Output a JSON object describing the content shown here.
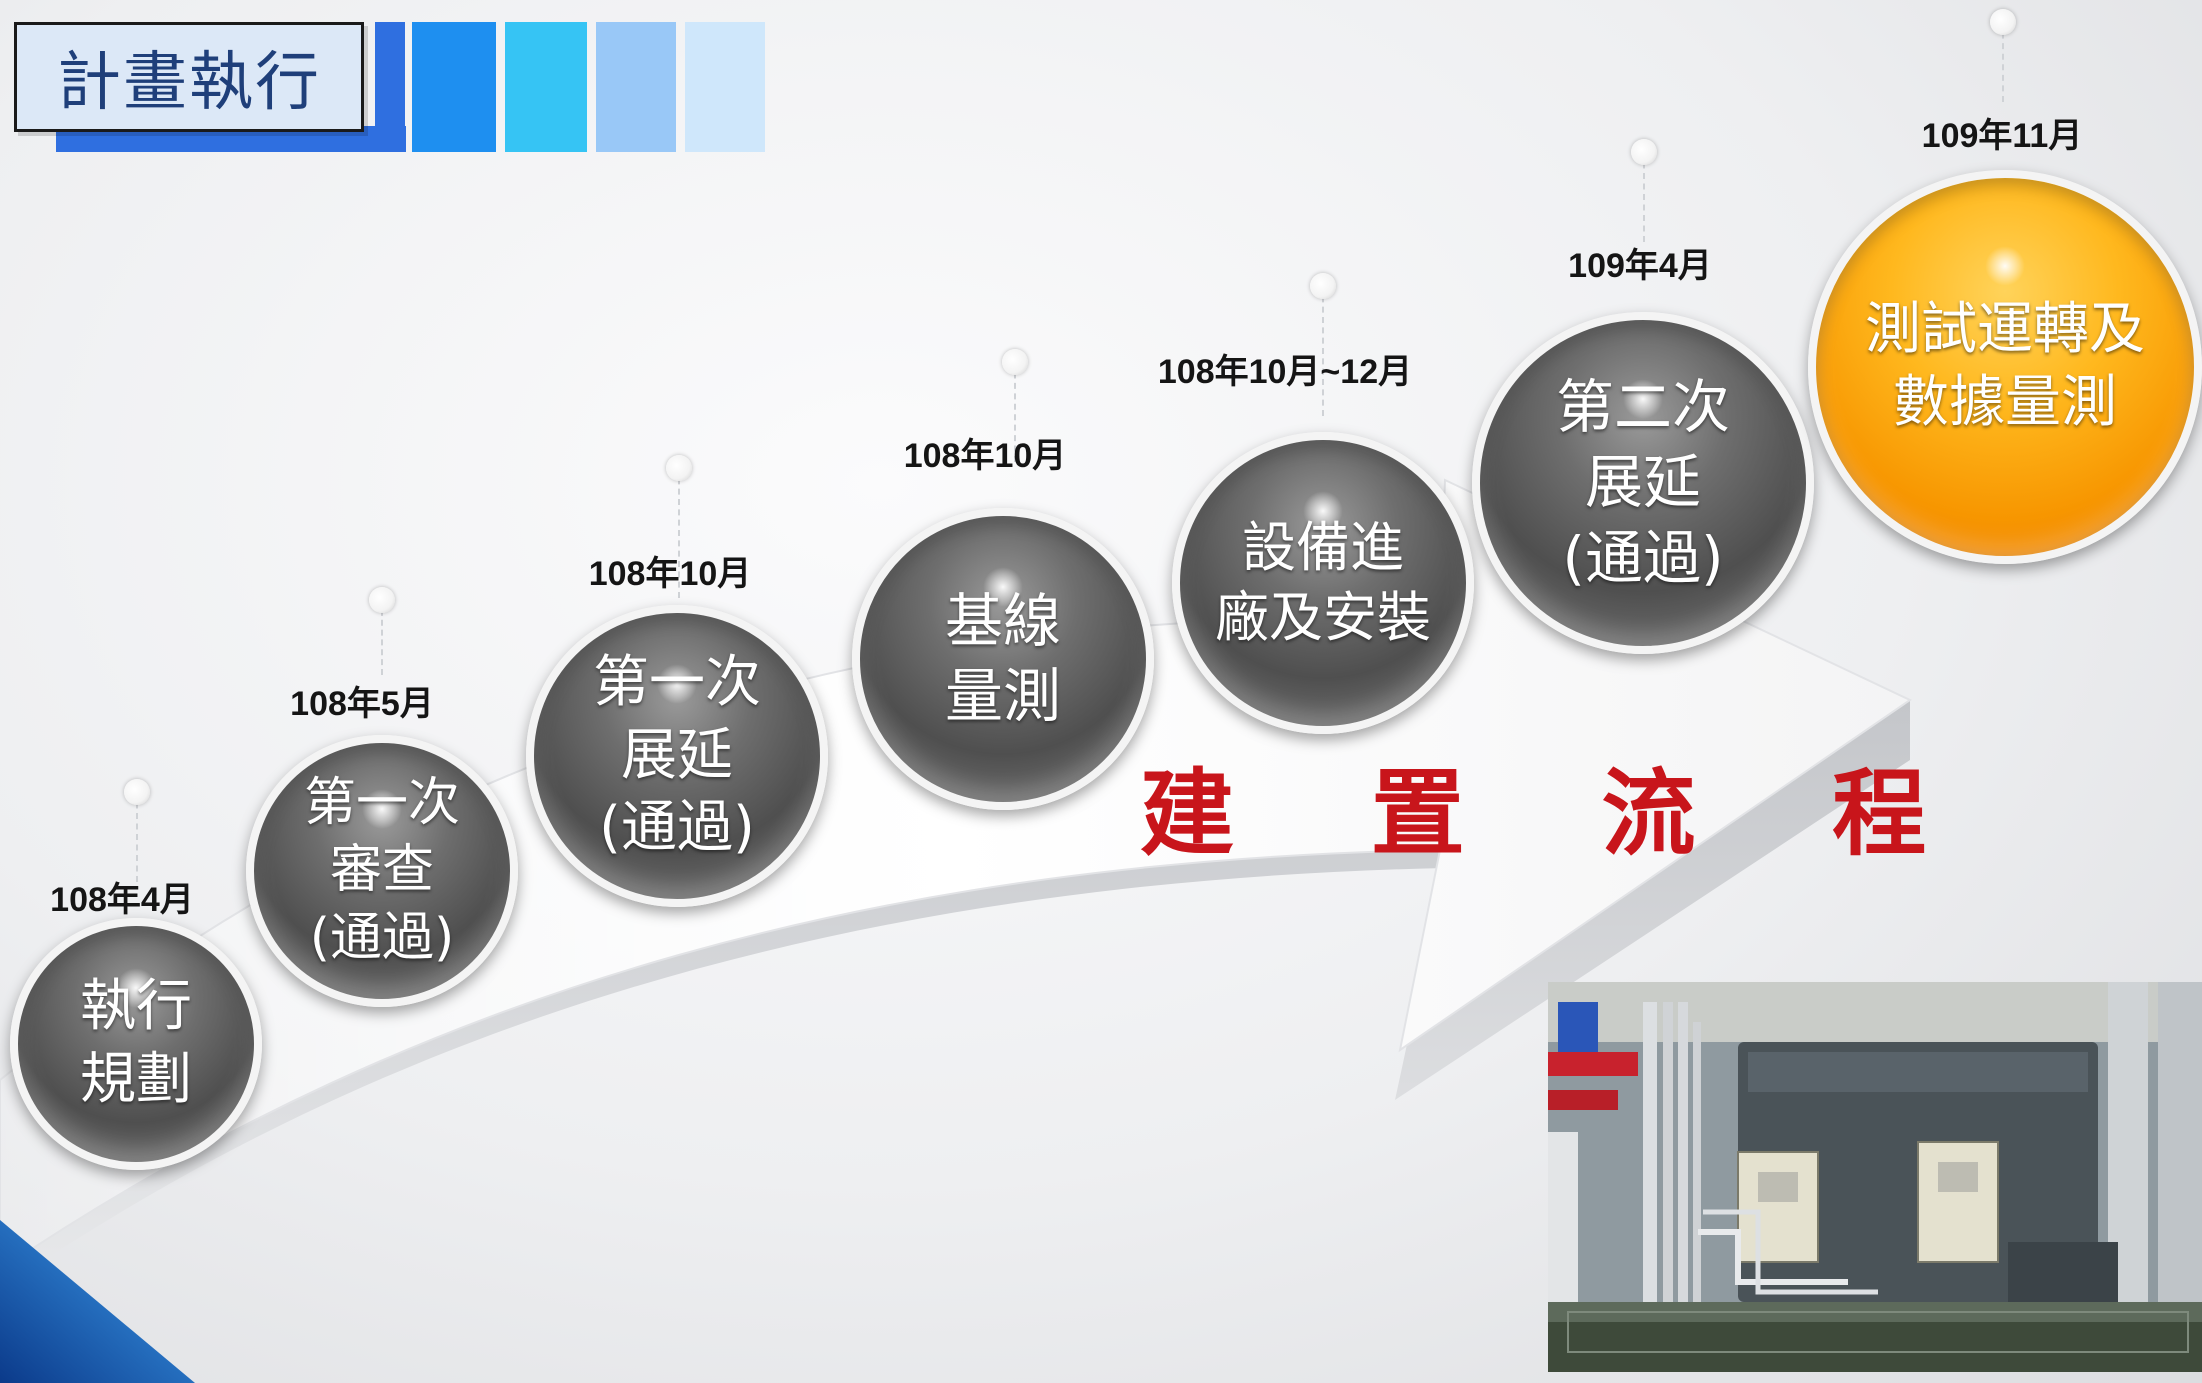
{
  "header": {
    "title": "計畫執行"
  },
  "flow_label": "建 置 流 程",
  "milestones": [
    {
      "date": "108年4月",
      "text": "執行\n規劃",
      "style": "gray"
    },
    {
      "date": "108年5月",
      "text": "第一次\n審查\n(通過)",
      "style": "gray"
    },
    {
      "date": "108年10月",
      "text": "第一次\n展延\n(通過)",
      "style": "gray"
    },
    {
      "date": "108年10月",
      "text": "基線\n量測",
      "style": "gray"
    },
    {
      "date": "108年10月~12月",
      "text": "設備進\n廠及安裝",
      "style": "gray"
    },
    {
      "date": "109年4月",
      "text": "第二次\n展延\n(通過)",
      "style": "gray"
    },
    {
      "date": "109年11月",
      "text": "測試運轉及\n數據量測",
      "style": "orange"
    }
  ],
  "colors": {
    "title_text": "#1f3f7a",
    "flow_label": "#c8151b",
    "accent_blue": "#2f6fe0",
    "highlight_orange": "#f79600"
  }
}
